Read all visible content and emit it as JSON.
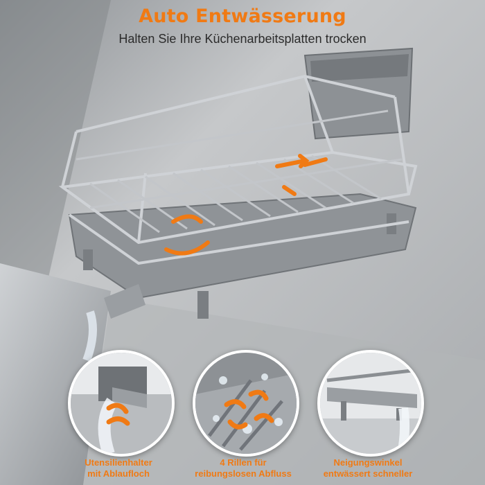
{
  "header": {
    "title": "Auto Entwässerung",
    "subtitle": "Halten Sie Ihre Küchenarbeitsplatten trocken"
  },
  "features": [
    {
      "line1": "Utensilienhalter",
      "line2": "mit Ablaufloch",
      "icon": "drain-hole-icon"
    },
    {
      "line1": "4 Rillen für",
      "line2": "reibungslosen Abfluss",
      "icon": "grooves-icon"
    },
    {
      "line1": "Neigungswinkel",
      "line2": "entwässert schneller",
      "icon": "tilt-angle-icon"
    }
  ],
  "colors": {
    "accent": "#f07a14",
    "rack": "#c9ccd0",
    "tray": "#8f9397",
    "countertop": "#b7b9bb"
  }
}
